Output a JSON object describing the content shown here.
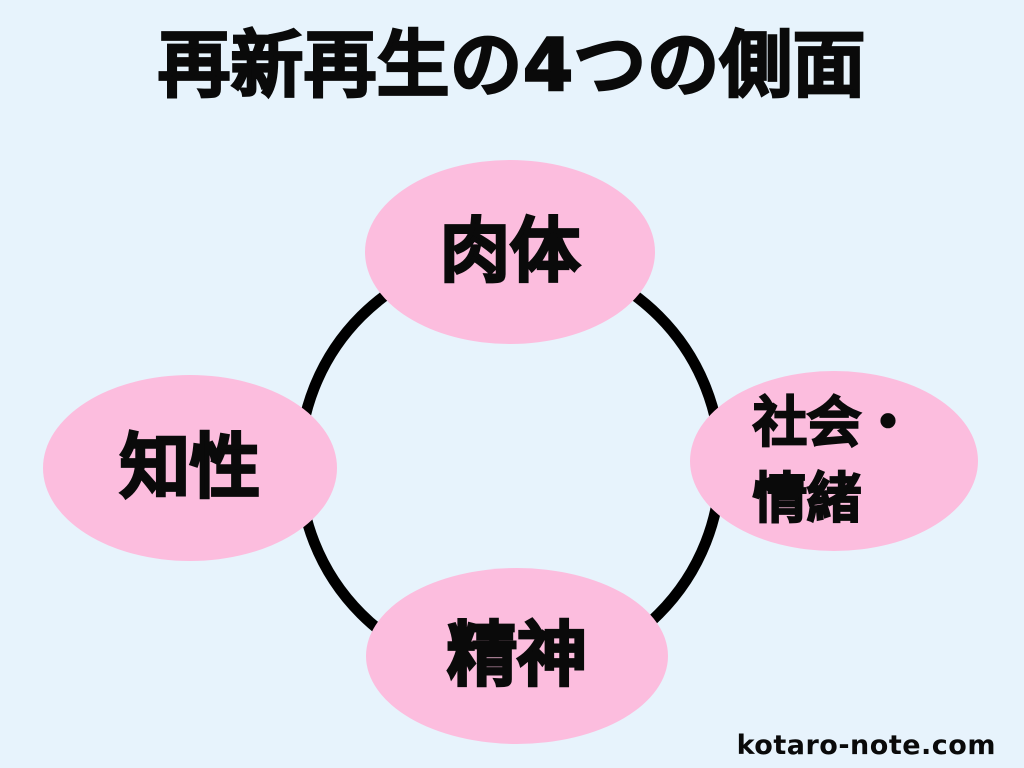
{
  "title": "再新再生の4つの側面",
  "watermark": "kotaro-note.com",
  "colors": {
    "background": "#e7f3fc",
    "node_fill": "#fcbdde",
    "ring": "#000000",
    "text": "#0a0a0a"
  },
  "diagram": {
    "type": "cycle",
    "nodes": {
      "top": {
        "label": "肉体"
      },
      "right": {
        "label": "社会・情緒",
        "line1": "社会・",
        "line2": "情緒"
      },
      "bottom": {
        "label": "精神"
      },
      "left": {
        "label": "知性"
      }
    }
  }
}
